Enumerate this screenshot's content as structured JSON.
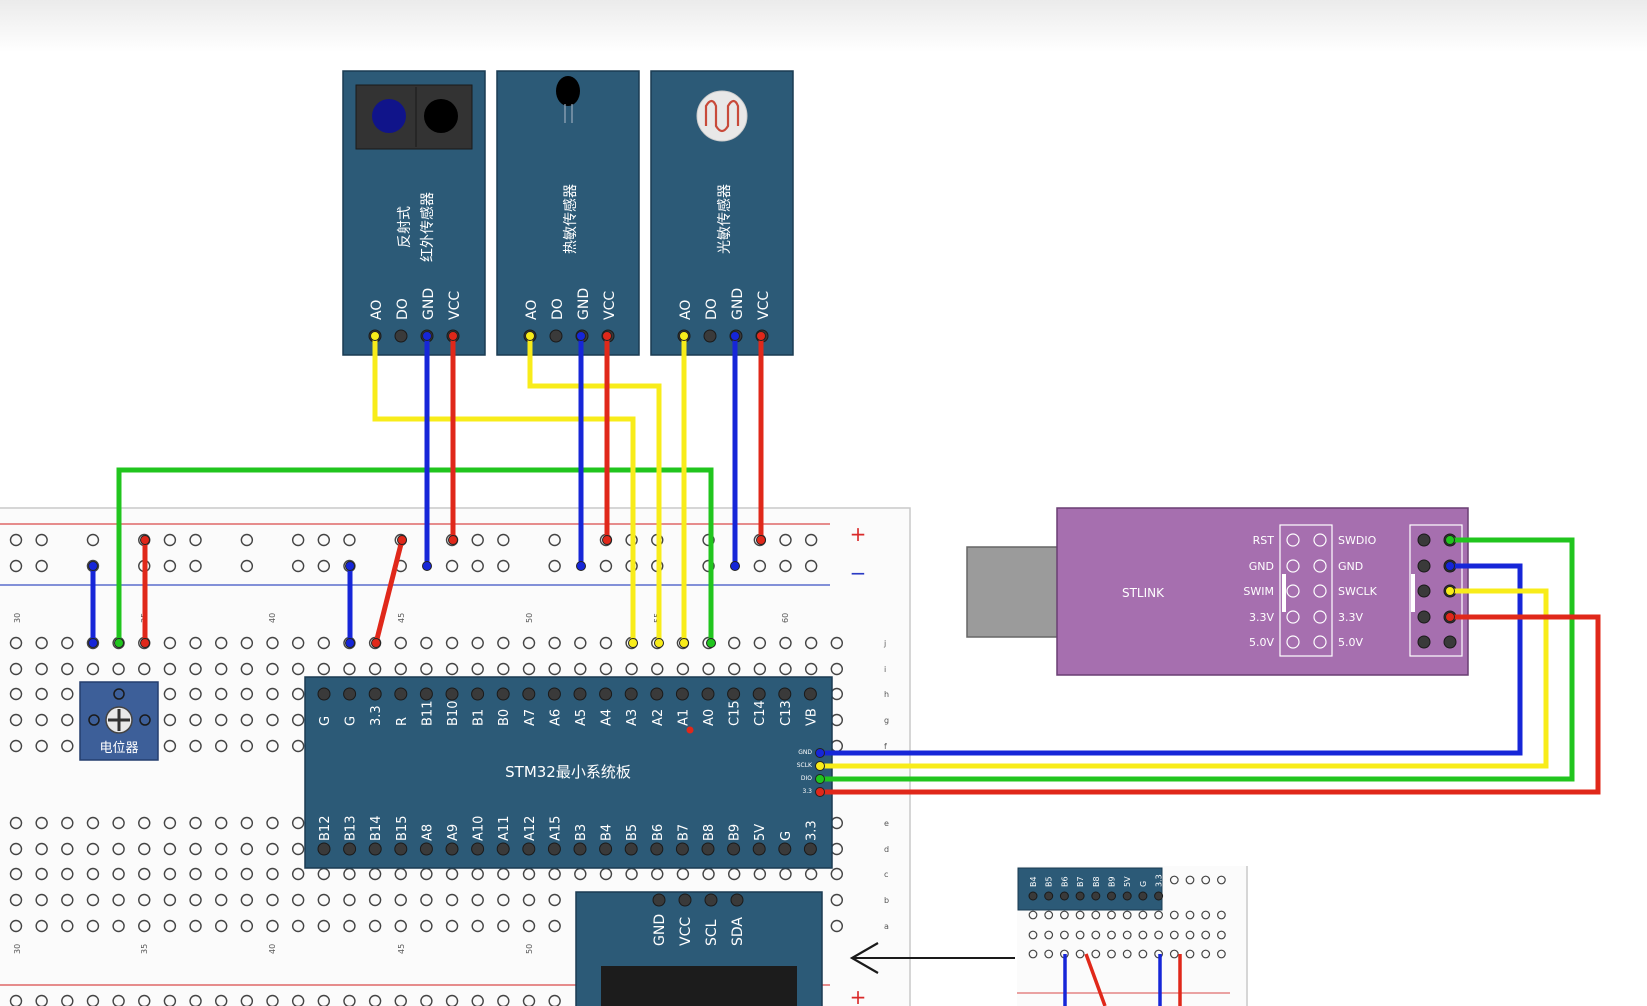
{
  "sensors": [
    {
      "title_lines": [
        "反射式",
        "红外传感器"
      ],
      "pins": [
        "AO",
        "DO",
        "GND",
        "VCC"
      ]
    },
    {
      "title_lines": [
        "热敏传感器"
      ],
      "pins": [
        "AO",
        "DO",
        "GND",
        "VCC"
      ]
    },
    {
      "title_lines": [
        "光敏传感器"
      ],
      "pins": [
        "AO",
        "DO",
        "GND",
        "VCC"
      ]
    }
  ],
  "breadboard": {
    "rail_plus": "+",
    "rail_minus": "−",
    "column_numbers": [
      "30",
      "35",
      "40",
      "45",
      "50",
      "55",
      "60"
    ],
    "row_letters": [
      "j",
      "i",
      "h",
      "g",
      "f",
      "e",
      "d",
      "c",
      "b",
      "a"
    ]
  },
  "potentiometer": {
    "label": "电位器"
  },
  "stm32": {
    "title": "STM32最小系统板",
    "top_pins": [
      "G",
      "G",
      "3.3",
      "R",
      "B11",
      "B10",
      "B1",
      "B0",
      "A7",
      "A6",
      "A5",
      "A4",
      "A3",
      "A2",
      "A1",
      "A0",
      "C15",
      "C14",
      "C13",
      "VB"
    ],
    "bottom_pins": [
      "B12",
      "B13",
      "B14",
      "B15",
      "A8",
      "A9",
      "A10",
      "A11",
      "A12",
      "A15",
      "B3",
      "B4",
      "B5",
      "B6",
      "B7",
      "B8",
      "B9",
      "5V",
      "G",
      "3.3"
    ],
    "swd_pins": [
      "GND",
      "SCLK",
      "DIO",
      "3.3"
    ]
  },
  "stlink": {
    "name": "STLINK",
    "left_labels": [
      "RST",
      "GND",
      "SWIM",
      "3.3V",
      "5.0V"
    ],
    "right_labels": [
      "SWDIO",
      "GND",
      "SWCLK",
      "3.3V",
      "5.0V"
    ]
  },
  "oled": {
    "pins": [
      "GND",
      "VCC",
      "SCL",
      "SDA"
    ]
  },
  "mini_board": {
    "pins": [
      "B4",
      "B5",
      "B6",
      "B7",
      "B8",
      "B9",
      "5V",
      "G",
      "3.3"
    ]
  },
  "colors": {
    "module": "#2c5a77",
    "stlink": "#a66faf",
    "wire_red": "#e0281a",
    "wire_blue": "#1626d8",
    "wire_yellow": "#f8ec1a",
    "wire_green": "#21c51e"
  }
}
